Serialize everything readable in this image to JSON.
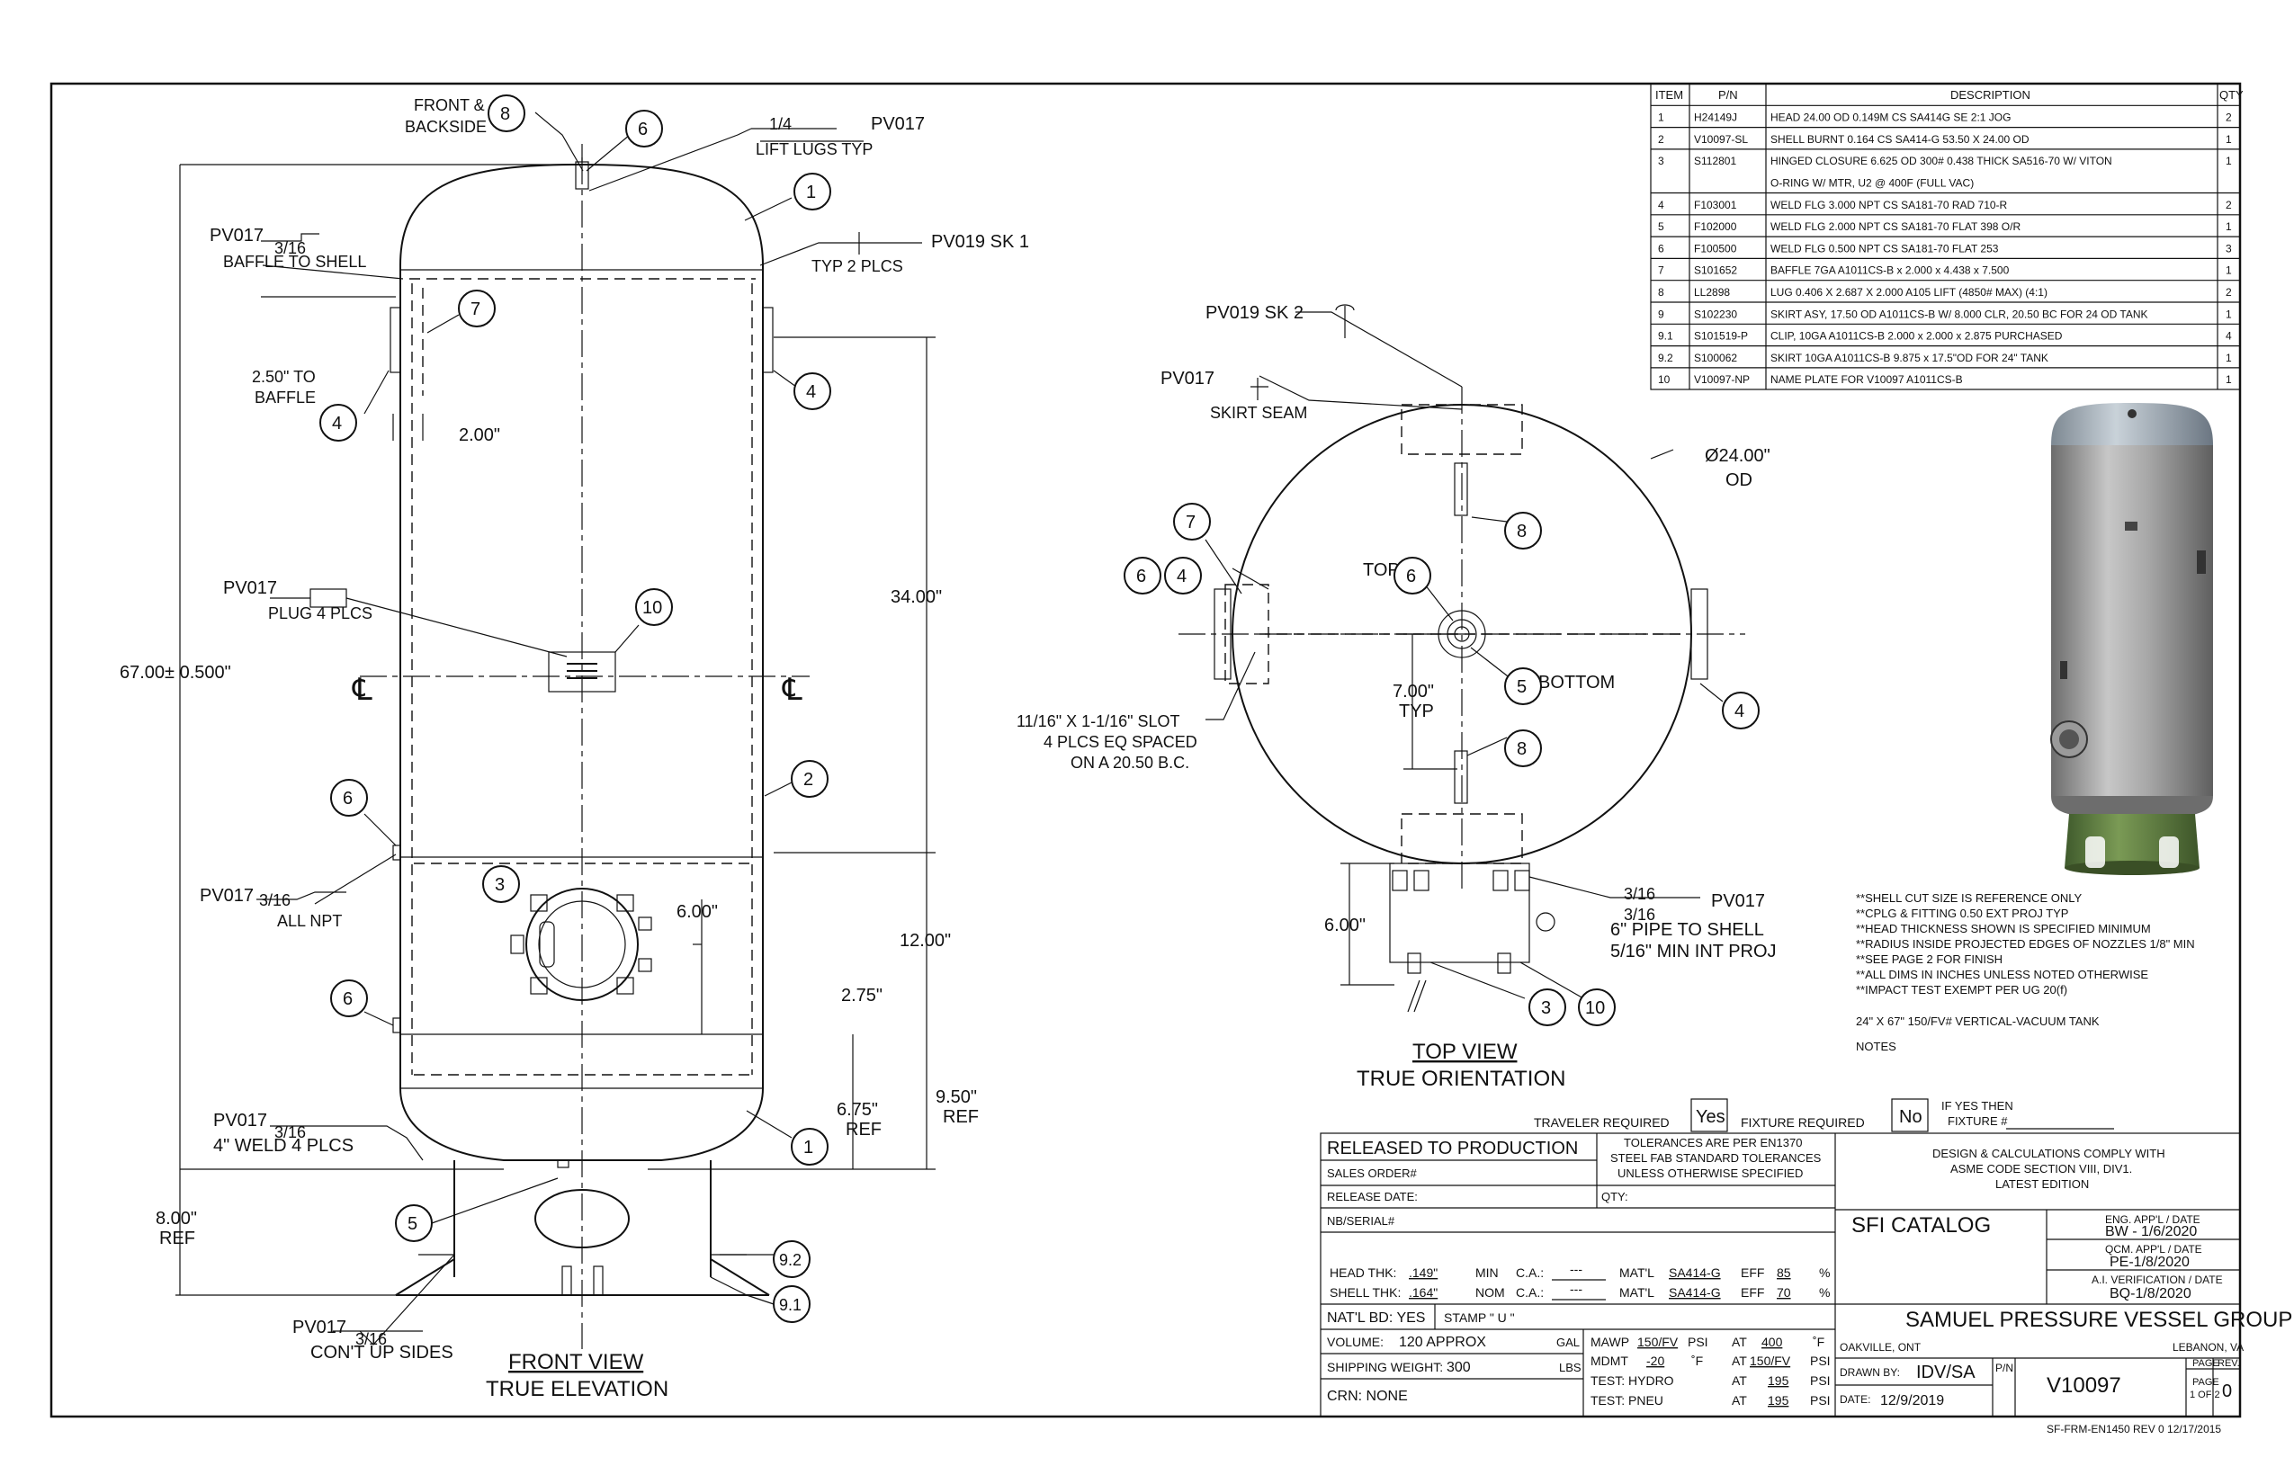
{
  "bom": {
    "headers": {
      "item": "ITEM",
      "pn": "P/N",
      "desc": "DESCRIPTION",
      "qty": "QTY"
    },
    "rows": [
      {
        "item": "1",
        "pn": "H24149J",
        "desc": "HEAD 24.00 OD 0.149M CS SA414G SE 2:1 JOG",
        "qty": "2"
      },
      {
        "item": "2",
        "pn": "V10097-SL",
        "desc": "SHELL BURNT 0.164 CS SA414-G 53.50 X 24.00 OD",
        "qty": "1"
      },
      {
        "item": "3",
        "pn": "S112801",
        "desc": "HINGED CLOSURE 6.625 OD 300# 0.438 THICK SA516-70 W/ VITON",
        "qty": "1"
      },
      {
        "item": "",
        "pn": "",
        "desc": "O-RING W/ MTR, U2 @ 400F (FULL VAC)",
        "qty": ""
      },
      {
        "item": "4",
        "pn": "F103001",
        "desc": "WELD FLG 3.000 NPT CS SA181-70 RAD 710-R",
        "qty": "2"
      },
      {
        "item": "5",
        "pn": "F102000",
        "desc": "WELD FLG 2.000 NPT CS SA181-70 FLAT 398 O/R",
        "qty": "1"
      },
      {
        "item": "6",
        "pn": "F100500",
        "desc": "WELD FLG 0.500 NPT CS SA181-70 FLAT 253",
        "qty": "3"
      },
      {
        "item": "7",
        "pn": "S101652",
        "desc": "BAFFLE 7GA A1011CS-B x 2.000 x 4.438 x 7.500",
        "qty": "1"
      },
      {
        "item": "8",
        "pn": "LL2898",
        "desc": "LUG 0.406 X 2.687 X 2.000 A105 LIFT (4850# MAX) (4:1)",
        "qty": "2"
      },
      {
        "item": "9",
        "pn": "S102230",
        "desc": "SKIRT ASY, 17.50 OD A1011CS-B W/ 8.000 CLR, 20.50 BC FOR 24 OD TANK",
        "qty": "1"
      },
      {
        "item": "9.1",
        "pn": "S101519-P",
        "desc": "CLIP, 10GA A1011CS-B 2.000 x 2.000 x 2.875 PURCHASED",
        "qty": "4"
      },
      {
        "item": "9.2",
        "pn": "S100062",
        "desc": "SKIRT 10GA A1011CS-B 9.875 x 17.5\"OD FOR 24\" TANK",
        "qty": "1"
      },
      {
        "item": "10",
        "pn": "V10097-NP",
        "desc": "NAME PLATE FOR V10097 A1011CS-B",
        "qty": "1"
      }
    ]
  },
  "front": {
    "front_backside": [
      "FRONT &",
      "BACKSIDE"
    ],
    "lift_weld": "1/4",
    "lift_lugs": "LIFT LUGS TYP",
    "pv017": "PV017",
    "pv019sk1": "PV019 SK 1",
    "typ2": "TYP 2 PLCS",
    "weld_316": "3/16",
    "baffle_to_shell": "BAFFLE TO SHELL",
    "to_baffle": [
      "2.50\" TO",
      "BAFFLE"
    ],
    "dim_200": "2.00\"",
    "plug4": "PLUG 4 PLCS",
    "dim_overall": "67.00± 0.500\"",
    "dim_34": "34.00\"",
    "dim_12": "12.00\"",
    "dim_6": "6.00\"",
    "dim_275": "2.75\"",
    "dim_675": [
      "6.75\"",
      "REF"
    ],
    "dim_950": [
      "9.50\"",
      "REF"
    ],
    "dim_8": [
      "8.00\"",
      "REF"
    ],
    "all_npt": "ALL NPT",
    "weld4": "4\" WELD 4 PLCS",
    "contup": "CON'T UP SIDES",
    "title": "FRONT VIEW",
    "subtitle": "TRUE ELEVATION",
    "centerline": "℄"
  },
  "top": {
    "pv019sk2": "PV019 SK 2",
    "pv017": "PV017",
    "skirt_seam": "SKIRT SEAM",
    "od": [
      "Ø24.00\"",
      "OD"
    ],
    "top": "TOP",
    "bottom": "BOTTOM",
    "dim_7": [
      "7.00\"",
      "TYP"
    ],
    "slot": [
      "11/16\" X 1-1/16\" SLOT",
      "4 PLCS EQ SPACED",
      "ON A 20.50 B.C."
    ],
    "dim_6": "6.00\"",
    "weld_316": "3/16",
    "pipe": [
      "6\" PIPE TO SHELL",
      "5/16\" MIN INT PROJ"
    ],
    "title": "TOP VIEW",
    "subtitle": "TRUE ORIENTATION"
  },
  "notes": {
    "lines": [
      "**SHELL CUT SIZE IS REFERENCE ONLY",
      "**CPLG & FITTING 0.50 EXT PROJ TYP",
      "**HEAD THICKNESS SHOWN IS SPECIFIED MINIMUM",
      "**RADIUS INSIDE PROJECTED EDGES OF NOZZLES 1/8\" MIN",
      "**SEE PAGE 2 FOR FINISH",
      "**ALL DIMS IN INCHES UNLESS NOTED OTHERWISE",
      "**IMPACT TEST EXEMPT PER UG 20(f)"
    ],
    "tank": "24\" X 67\" 150/FV# VERTICAL-VACUUM TANK",
    "label": "NOTES"
  },
  "title_block": {
    "traveler": "TRAVELER REQUIRED",
    "traveler_val": "Yes",
    "fixture": "FIXTURE REQUIRED",
    "fixture_val": "No",
    "if_yes": [
      "IF YES THEN",
      "FIXTURE #"
    ],
    "released": "RELEASED TO PRODUCTION",
    "tolerances": [
      "TOLERANCES ARE PER EN1370",
      "STEEL FAB STANDARD TOLERANCES",
      "UNLESS OTHERWISE SPECIFIED"
    ],
    "design": [
      "DESIGN & CALCULATIONS COMPLY WITH",
      "ASME CODE SECTION VIII, DIV1.",
      "LATEST EDITION"
    ],
    "sales_order": "SALES ORDER#",
    "release_date": "RELEASE DATE:",
    "qty": "QTY:",
    "nb_serial": "NB/SERIAL#",
    "catalog": "SFI CATALOG",
    "eng_appl": "ENG. APP'L / DATE",
    "eng_val": "BW - 1/6/2020",
    "qcm_appl": "QCM. APP'L / DATE",
    "qcm_val": "PE-1/8/2020",
    "ai_ver": "A.I. VERIFICATION / DATE",
    "ai_val": "BQ-1/8/2020",
    "head_thk": "HEAD THK:",
    "head_thk_val": ".149\"",
    "min": "MIN",
    "shell_thk": "SHELL THK:",
    "shell_thk_val": ".164\"",
    "nom": "NOM",
    "ca": "C.A.:",
    "ca_head": "---",
    "ca_shell": "---",
    "matl": "MAT'L",
    "matl_head": "SA414-G",
    "matl_shell": "SA414-G",
    "eff": "EFF",
    "eff_head": "85",
    "eff_shell": "70",
    "pct": "%",
    "natl_bd": "NAT'L BD: YES",
    "stamp": "STAMP \"  U  \"",
    "company": "SAMUEL PRESSURE VESSEL GROUP",
    "volume_label": "VOLUME:",
    "volume_val": "120 APPROX",
    "gal": "GAL",
    "ship_label": "SHIPPING WEIGHT:",
    "ship_val": "300",
    "lbs": "LBS",
    "crn": "CRN:  NONE",
    "mawp": "MAWP",
    "mawp_val": "150/FV",
    "mdmt": "MDMT",
    "mdmt_val": "-20",
    "test_hydro": "TEST:  HYDRO",
    "test_pneu": "TEST:  PNEU",
    "psi": "PSI",
    "degf": "˚F",
    "at": "AT",
    "at_mawp": "400",
    "at_mdmt": "150/FV",
    "at_hydro": "195",
    "at_pneu": "195",
    "oakville": "OAKVILLE, ONT",
    "lebanon": "LEBANON, VA",
    "drawn_by": "DRAWN BY:",
    "drawn_val": "IDV/SA",
    "pn_label": "P/N",
    "pn_val": "V10097",
    "date_label": "DATE:",
    "date_val": "12/9/2019",
    "page": "PAGE",
    "page_val": "1 OF 2",
    "rev": "REV.",
    "rev_val": "0"
  },
  "footer": "SF-FRM-EN1450  REV 0 12/17/2015"
}
